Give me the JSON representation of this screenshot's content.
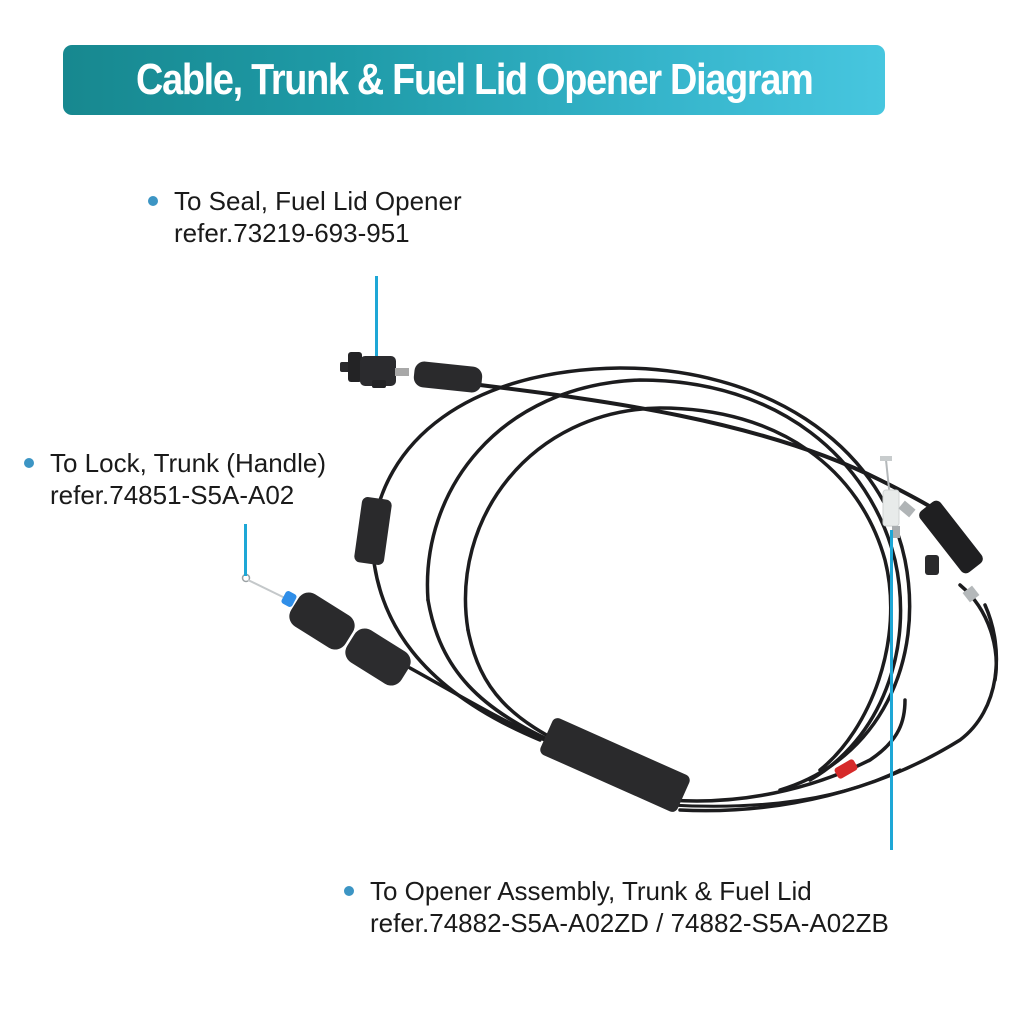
{
  "title": {
    "text": "Cable, Trunk & Fuel Lid Opener Diagram",
    "gradient_start": "#17888f",
    "gradient_end": "#47c6df",
    "text_color": "#ffffff"
  },
  "callouts": [
    {
      "id": "fuel-lid-seal",
      "heading": "To Seal, Fuel Lid Opener",
      "reference": "refer.73219-693-951"
    },
    {
      "id": "trunk-lock",
      "heading": "To Lock, Trunk (Handle)",
      "reference": "refer.74851-S5A-A02"
    },
    {
      "id": "opener-assembly",
      "heading": "To Opener Assembly, Trunk & Fuel Lid",
      "reference": "refer.74882-S5A-A02ZD / 74882-S5A-A02ZB"
    }
  ],
  "colors": {
    "leader_line": "#1ea7d6",
    "bullet": "#3c95c4",
    "cable": "#1c1c1e",
    "foam_sleeve": "#2a2a2c",
    "blue_tip": "#2f8ee8",
    "red_marker": "#d62a2a",
    "white_clip": "#e8ebea"
  },
  "diagram": {
    "components": [
      "fuel-lid-seal-connector",
      "trunk-lock-end-with-blue-tip",
      "opener-assembly-end-with-white-clip",
      "foam-sleeves",
      "red-marker-band",
      "cable-loops"
    ]
  }
}
